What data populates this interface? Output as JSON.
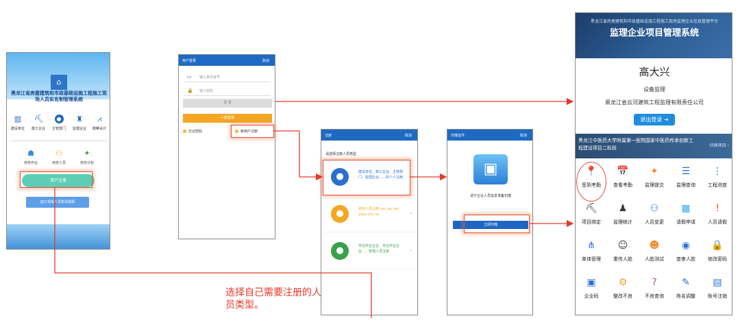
{
  "home": {
    "title": "黑龙江省房屋建筑和市政基础设施工程施工现场人员实名制管理系统",
    "nav": [
      "建设单位",
      "施工企业",
      "主管部门",
      "监理企业",
      "勘察设计"
    ],
    "row": [
      "劳务作业",
      "用务人员",
      "劳务分包"
    ],
    "register_button": "用户注册",
    "training_button": "施工现场人员培训视频"
  },
  "login": {
    "bar_title": "用户登录",
    "bar_right": "取消",
    "id_placeholder": "输入身份证号",
    "pwd_placeholder": "输入密码",
    "login_gray": "登 录",
    "login_button": "人脸登录",
    "forgot": "忘记密码",
    "new_user": "新用户注册"
  },
  "choose": {
    "bar_title": "注册",
    "bar_right": "取消",
    "hint": "请选择注册人员类型",
    "cards": [
      {
        "text": "建设单位、施工企业、主管部门、监理企业……的个人注册",
        "color": "#2d6fd0",
        "icon": "user-icon"
      },
      {
        "text": "劳务人员注册 Lao wu ren yuan zhu ce",
        "color": "#f5a623",
        "icon": "worker-icon"
      },
      {
        "text": "专业作业企业、专业作业企业……管理人员注册",
        "color": "#3aa14a",
        "icon": "group-icon"
      }
    ]
  },
  "apply": {
    "bar_title": "扫描证件",
    "bar_right": "取消",
    "message": "请于企业人员信息准备扫描",
    "open_button": "立即扫描"
  },
  "dashboard": {
    "header_sub": "黑龙江省房屋建筑和市政基础设施工程施工现场监理企业信息管理平台",
    "header_title": "监理企业项目管理系统",
    "user_name": "高大兴",
    "role": "设备监理",
    "company": "黑龙江省云河建筑工程监理有限责任公司",
    "logout": "退出登录",
    "project": "黑龙江中医药大学附属第一医院国家中医药传承创新工程建设项目二标段",
    "switch": "切换项目",
    "grid": [
      {
        "label": "签到考勤",
        "icon": "location-pin-icon",
        "glyph": "📍",
        "color": "#e8432f"
      },
      {
        "label": "查看考勤",
        "icon": "calendar-clock-icon",
        "glyph": "📅",
        "color": "#4a5d7a"
      },
      {
        "label": "监理提交",
        "icon": "compass-icon",
        "glyph": "✦",
        "color": "#f08a2a"
      },
      {
        "label": "监理查询",
        "icon": "checklist-icon",
        "glyph": "☰",
        "color": "#2d6fd0"
      },
      {
        "label": "工程进度",
        "icon": "progress-nodes-icon",
        "glyph": "⋮",
        "color": "#2d6fd0"
      },
      {
        "label": "项目绑定",
        "icon": "crane-icon",
        "glyph": "⛏",
        "color": "#3a3a3a"
      },
      {
        "label": "监理统计",
        "icon": "inspector-icon",
        "glyph": "♟",
        "color": "#3a3a3a"
      },
      {
        "label": "人员变更",
        "icon": "users-change-icon",
        "glyph": "⚇",
        "color": "#2d6fd0"
      },
      {
        "label": "请假申请",
        "icon": "leave-calendar-icon",
        "glyph": "▦",
        "color": "#35a7e8"
      },
      {
        "label": "人员请假",
        "icon": "alert-calendar-icon",
        "glyph": "!",
        "color": "#e8432f"
      },
      {
        "label": "单体管理",
        "icon": "branch-icon",
        "glyph": "⋔",
        "color": "#2d6fd0"
      },
      {
        "label": "重传人脸",
        "icon": "face-upload-icon",
        "glyph": "☺",
        "color": "#3a3a3a"
      },
      {
        "label": "人脸测试",
        "icon": "face-test-icon",
        "glyph": "☻",
        "color": "#f08a2a"
      },
      {
        "label": "查审人脸",
        "icon": "face-review-icon",
        "glyph": "◉",
        "color": "#2d6fd0"
      },
      {
        "label": "修改密码",
        "icon": "lock-icon",
        "glyph": "🔒",
        "color": "#2d6fd0"
      },
      {
        "label": "企业码",
        "icon": "qr-code-icon",
        "glyph": "▣",
        "color": "#2d6fd0"
      },
      {
        "label": "整改不良",
        "icon": "settings-badge-icon",
        "glyph": "⚙",
        "color": "#f0a030"
      },
      {
        "label": "不良查询",
        "icon": "question-icon",
        "glyph": "?",
        "color": "#9b59b6"
      },
      {
        "label": "姓名调整",
        "icon": "edit-icon",
        "glyph": "✎",
        "color": "#2d6fd0"
      },
      {
        "label": "账号注销",
        "icon": "account-close-icon",
        "glyph": "▤",
        "color": "#2d6fd0"
      }
    ]
  },
  "caption": "选择自己需要注册的人员类型。",
  "colors": {
    "annotation": "#e84a3a",
    "brand": "#1f66c2"
  }
}
